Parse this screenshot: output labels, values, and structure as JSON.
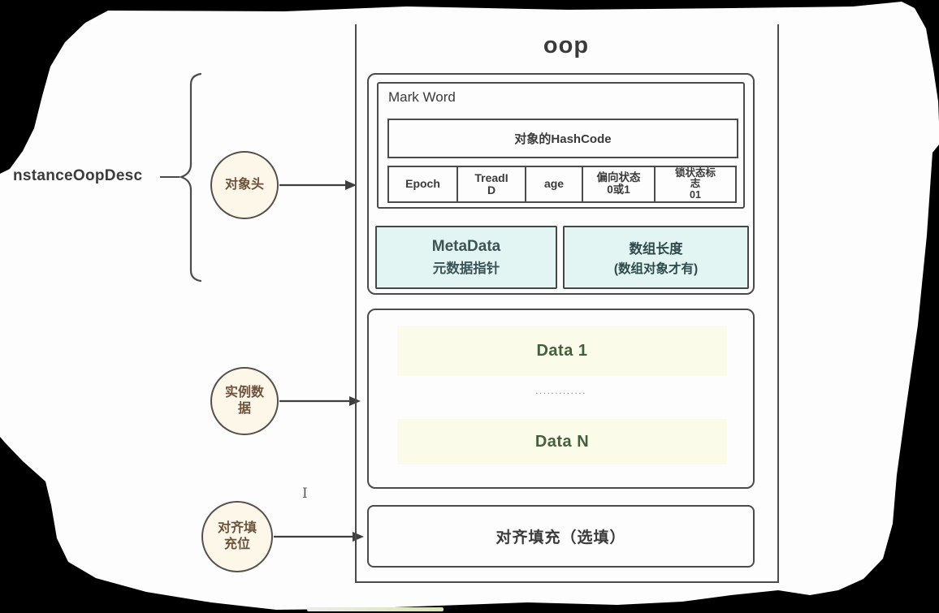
{
  "title": "oop",
  "left_panel": {
    "label": "nstanceOopDesc",
    "circles": [
      {
        "label": "对象头"
      },
      {
        "label": "实例数\n据"
      },
      {
        "label": "对齐填\n充位"
      }
    ],
    "cursor": "I"
  },
  "object_header": {
    "mark_word": {
      "label": "Mark Word",
      "hashcode_cell": "对象的HashCode",
      "cells": [
        "Epoch",
        "TreadI\nD",
        "age",
        "偏向状态\n0或1",
        "锁状态标\n志\n01"
      ]
    },
    "metadata_box": {
      "line1": "MetaData",
      "line2": "元数据指针"
    },
    "array_length_box": {
      "line1": "数组长度",
      "line2": "(数组对象才有)"
    }
  },
  "instance_data": {
    "items": [
      "Data 1",
      "Data N"
    ],
    "ellipsis": "............."
  },
  "padding_box": {
    "label": "对齐填充（选填）"
  },
  "colors": {
    "background": "#000000",
    "paper": "#fdfdfd",
    "line": "#4b4b4b",
    "cyan_fill": "#e2f5f3",
    "yellow_fill": "#fbfbe9",
    "circle_fill": "#fdf7ea",
    "circle_text": "#6e523a",
    "data_text": "#42603a",
    "meta_text": "#3d5456"
  }
}
